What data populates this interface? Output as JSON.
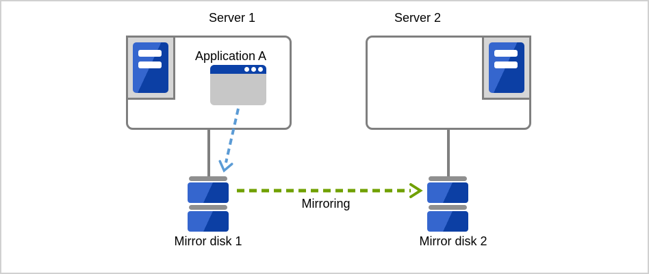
{
  "nodes": {
    "server1": {
      "label": "Server 1",
      "icon": "server-tower-icon"
    },
    "server2": {
      "label": "Server 2",
      "icon": "server-tower-icon"
    },
    "application": {
      "label": "Application A",
      "icon": "application-window-icon"
    },
    "mirror_disk1": {
      "label": "Mirror disk 1",
      "icon": "mirror-disk-icon"
    },
    "mirror_disk2": {
      "label": "Mirror disk 2",
      "icon": "mirror-disk-icon"
    }
  },
  "connections": {
    "mirroring": {
      "label": "Mirroring",
      "from": "mirror_disk1",
      "to": "mirror_disk2",
      "style": "dashed-arrow",
      "color": "#70a000"
    },
    "app_write": {
      "from": "application",
      "to": "mirror_disk1",
      "style": "dashed-arrow",
      "color": "#5b9bd5"
    },
    "server1_to_disk1": {
      "style": "solid-line",
      "color": "#7f7f7f"
    },
    "server2_to_disk2": {
      "style": "solid-line",
      "color": "#7f7f7f"
    }
  },
  "colors": {
    "frame_border": "#d0d0d0",
    "box_border": "#7f7f7f",
    "icon_frame_fill": "#d6d6d6",
    "blue_light": "#3566ce",
    "blue_dark": "#0c3fa4",
    "window_body": "#c7c7c7",
    "window_title": "#0b41a8",
    "cap_gray": "#8f8f8f",
    "arrow_blue": "#5b9bd5",
    "arrow_green": "#70a000"
  }
}
